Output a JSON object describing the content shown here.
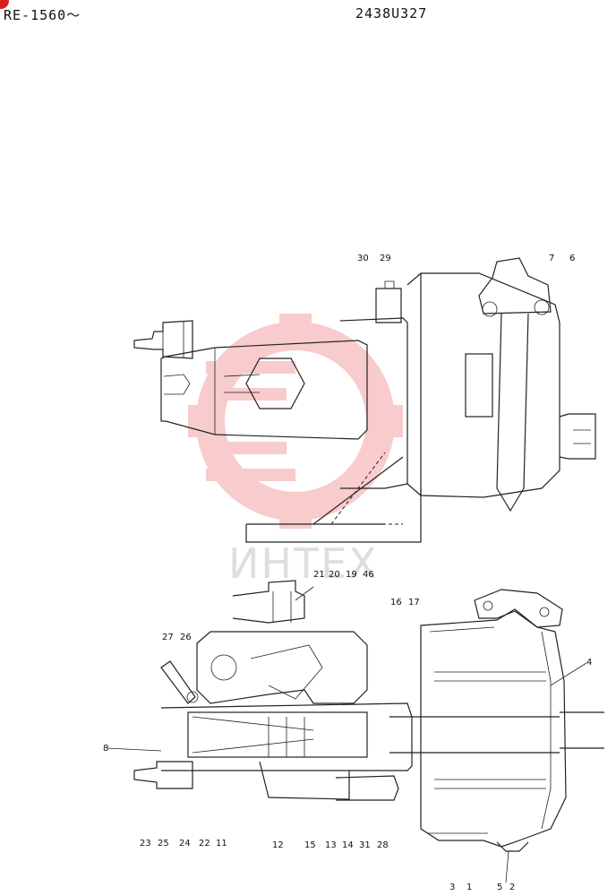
{
  "header": {
    "left_code": "RE-1560〜",
    "right_code": "2438U327"
  },
  "watermark": {
    "text": "ИНТЕХ",
    "color": "#e8474a"
  },
  "callouts_top": {
    "c30": "30",
    "c29": "29",
    "c7": "7",
    "c6": "6"
  },
  "callouts_bottom": {
    "c21": "21",
    "c20": "20",
    "c19": "19",
    "c46": "46",
    "c16": "16",
    "c17": "17",
    "c27": "27",
    "c26": "26",
    "c4": "4",
    "c8": "8",
    "c23": "23",
    "c25": "25",
    "c24": "24",
    "c22": "22",
    "c11": "11",
    "c12": "12",
    "c15": "15",
    "c13": "13",
    "c14": "14",
    "c31": "31",
    "c28": "28",
    "c3": "3",
    "c1": "1",
    "c5": "5",
    "c2": "2"
  }
}
